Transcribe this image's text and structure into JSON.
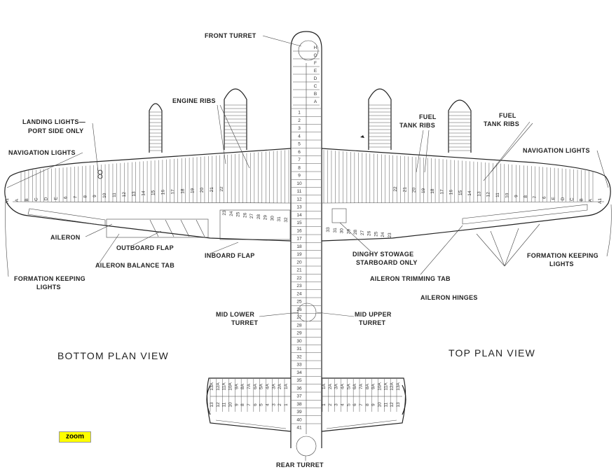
{
  "labels": {
    "front_turret": "FRONT TURRET",
    "engine_ribs": "ENGINE RIBS",
    "landing_lights_1": "LANDING LIGHTS—",
    "landing_lights_2": "PORT SIDE ONLY",
    "navigation_lights_left": "NAVIGATION LIGHTS",
    "navigation_lights_right": "NAVIGATION LIGHTS",
    "fuel_tank_ribs_a1": "FUEL",
    "fuel_tank_ribs_a2": "TANK RIBS",
    "fuel_tank_ribs_b1": "FUEL",
    "fuel_tank_ribs_b2": "TANK RIBS",
    "aileron": "AILERON",
    "outboard_flap": "OUTBOARD FLAP",
    "aileron_balance_tab": "AILERON BALANCE TAB",
    "inboard_flap": "INBOARD FLAP",
    "formation_left_1": "FORMATION KEEPING",
    "formation_left_2": "LIGHTS",
    "dinghy_1": "DINGHY STOWAGE",
    "dinghy_2": "STARBOARD ONLY",
    "formation_right_1": "FORMATION KEEPING",
    "formation_right_2": "LIGHTS",
    "aileron_trimming_tab": "AILERON TRIMMING TAB",
    "aileron_hinges": "AILERON HINGES",
    "mid_lower_1": "MID LOWER",
    "mid_lower_2": "TURRET",
    "mid_upper_1": "MID UPPER",
    "mid_upper_2": "TURRET",
    "bottom_plan_view": "BOTTOM PLAN VIEW",
    "top_plan_view": "TOP PLAN VIEW",
    "rear_turret": "REAR TURRET"
  },
  "nose_letters": [
    "H",
    "G",
    "F",
    "E",
    "D",
    "C",
    "B",
    "A"
  ],
  "fuselage_stations": [
    "1",
    "2",
    "3",
    "4",
    "5",
    "6",
    "7",
    "8",
    "9",
    "10",
    "11",
    "12",
    "13",
    "14",
    "15",
    "16",
    "17",
    "18",
    "19",
    "20",
    "21",
    "22",
    "23",
    "24",
    "25",
    "26",
    "27",
    "28",
    "29",
    "30",
    "31",
    "32",
    "33",
    "34",
    "35",
    "36",
    "37",
    "38",
    "39",
    "40",
    "41"
  ],
  "wing_left_ribs": [
    "A1",
    "A",
    "B",
    "C",
    "D",
    "E",
    "6",
    "7",
    "8",
    "9",
    "10",
    "11",
    "12",
    "13",
    "14",
    "15",
    "16",
    "17",
    "18",
    "19",
    "20",
    "21",
    "22"
  ],
  "wing_left_inboard": [
    "23",
    "24",
    "25",
    "26",
    "27",
    "28",
    "29",
    "30",
    "31",
    "32"
  ],
  "wing_right_ribs": [
    "22",
    "21",
    "20",
    "19",
    "18",
    "17",
    "16",
    "15",
    "14",
    "13",
    "12",
    "11",
    "10",
    "9",
    "8",
    "7",
    "6",
    "E",
    "D",
    "C",
    "B",
    "A",
    "A1"
  ],
  "wing_right_inboard": [
    "33",
    "31",
    "30",
    "29",
    "28",
    "27",
    "26",
    "25",
    "24",
    "23"
  ],
  "tail_left_top": [
    "13A",
    "12A",
    "11A",
    "10A",
    "9A",
    "8A",
    "7A",
    "6A",
    "5A",
    "4A",
    "3A",
    "2A",
    "1A"
  ],
  "tail_left_bottom": [
    "13",
    "12",
    "11",
    "10",
    "9",
    "8",
    "7",
    "6",
    "5",
    "4",
    "3",
    "2",
    "1"
  ],
  "tail_right_top": [
    "1A",
    "2A",
    "3A",
    "4A",
    "5A",
    "6A",
    "7A",
    "8A",
    "9A",
    "10A",
    "11A",
    "12A",
    "13A"
  ],
  "tail_right_bottom": [
    "1",
    "2",
    "3",
    "4",
    "5",
    "6",
    "7",
    "8",
    "9",
    "10",
    "11",
    "12",
    "13"
  ],
  "zoom_button": "zoom",
  "colors": {
    "ink": "#222222",
    "zoom_bg": "#ffff00"
  }
}
